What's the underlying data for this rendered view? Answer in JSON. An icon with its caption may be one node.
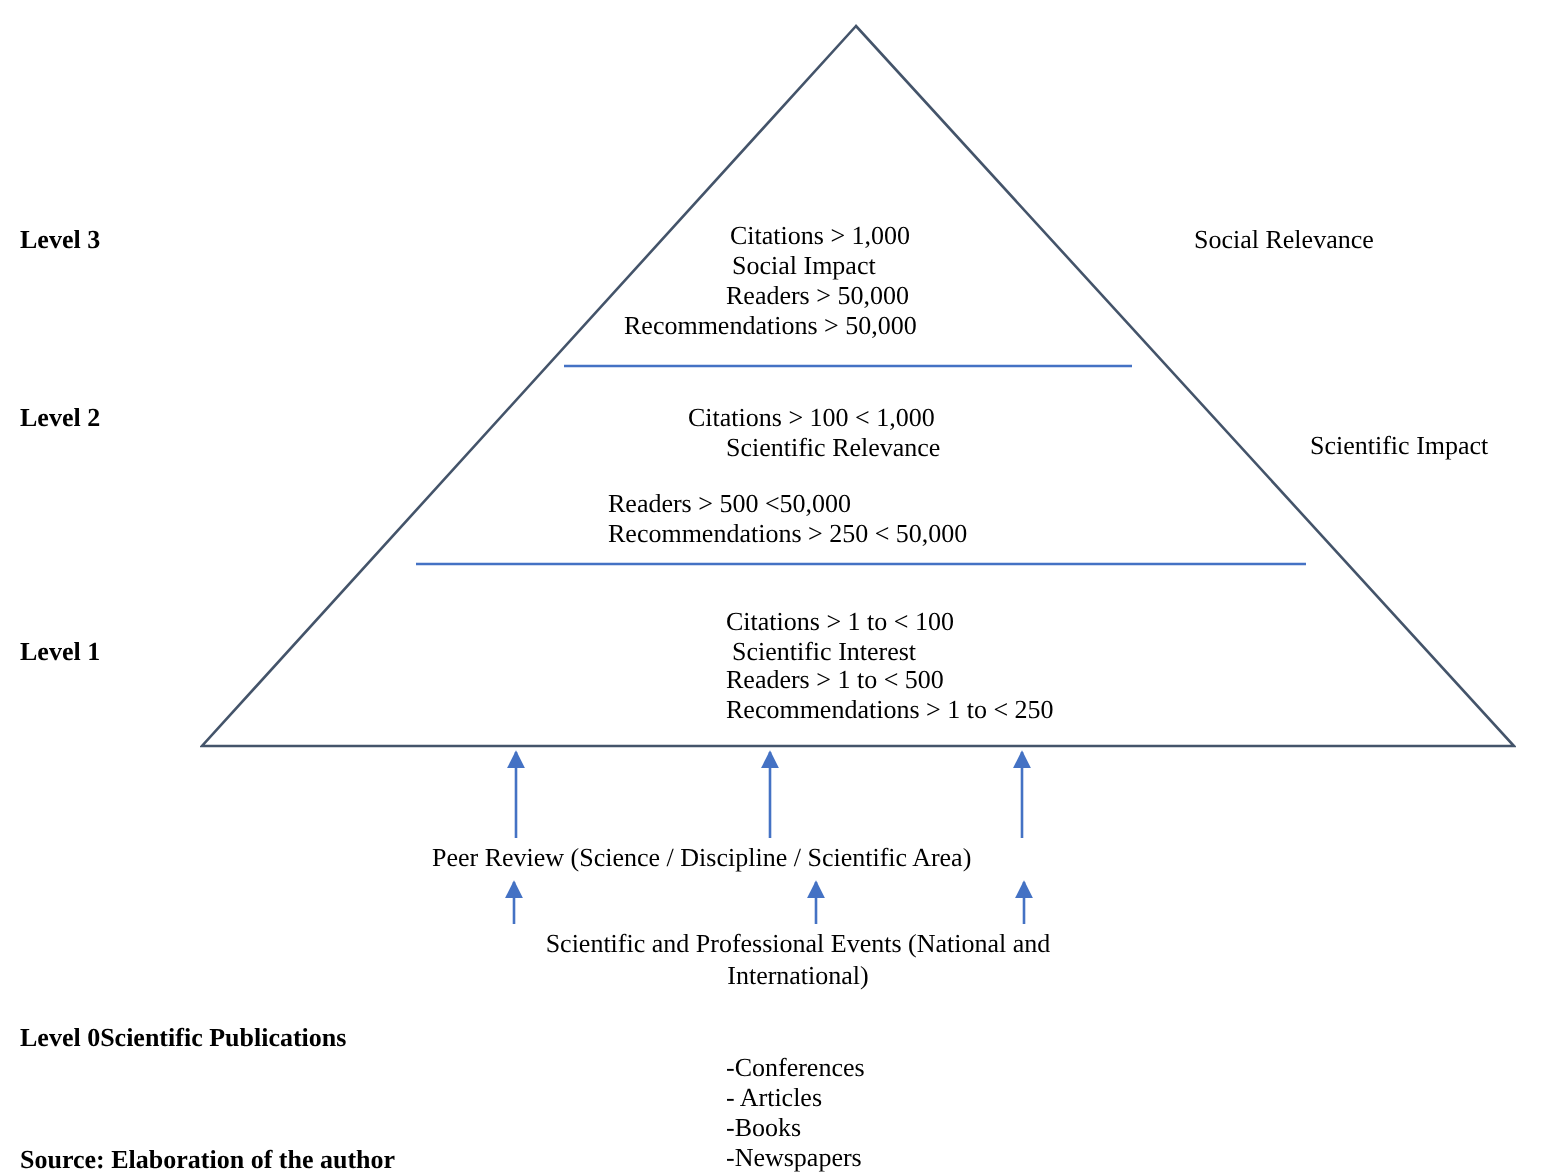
{
  "diagram": {
    "caption": "Source: Elaboration of the author",
    "nodes": [
      {
        "text": [],
        "shape": "triangle"
      },
      {
        "text": [
          "Citations > 1,000",
          "Social Impact",
          "Readers > 50,000",
          "Recommendations > 50,000"
        ],
        "in": 0
      },
      {
        "text": [
          "Citations > 100 < 1,000",
          "Scientific Relevance",
          "Readers > 500 <50,000",
          "Recommendations > 250 < 50,000"
        ],
        "in": 0
      },
      {
        "text": [
          "Citations > 1 to < 100",
          "Scientific Interest",
          "Readers > 1 to < 500",
          "Recommendations > 1 to < 250"
        ],
        "in": 0
      },
      {
        "text": [
          "Peer Review (Science / Discipline / Scientific Area)"
        ]
      },
      {
        "text": [
          "Scientific and Professional Events (National and International)"
        ]
      }
    ],
    "edges": [
      {
        "from": 4,
        "to": 0,
        "arrow": "to"
      },
      {
        "from": 4,
        "to": 0,
        "arrow": "to"
      },
      {
        "from": 4,
        "to": 0,
        "arrow": "to"
      },
      {
        "from": 5,
        "to": 4,
        "arrow": "to"
      },
      {
        "from": 5,
        "to": 4,
        "arrow": "to"
      },
      {
        "from": 5,
        "to": 4,
        "arrow": "to"
      }
    ],
    "labels": [
      "Level 3",
      "Social Relevance",
      "Level 2",
      "Scientific Impact",
      "Level 1",
      "Level 0Scientific Publications",
      "-Conferences",
      "- Articles",
      "-Books",
      "-Newspapers"
    ]
  }
}
